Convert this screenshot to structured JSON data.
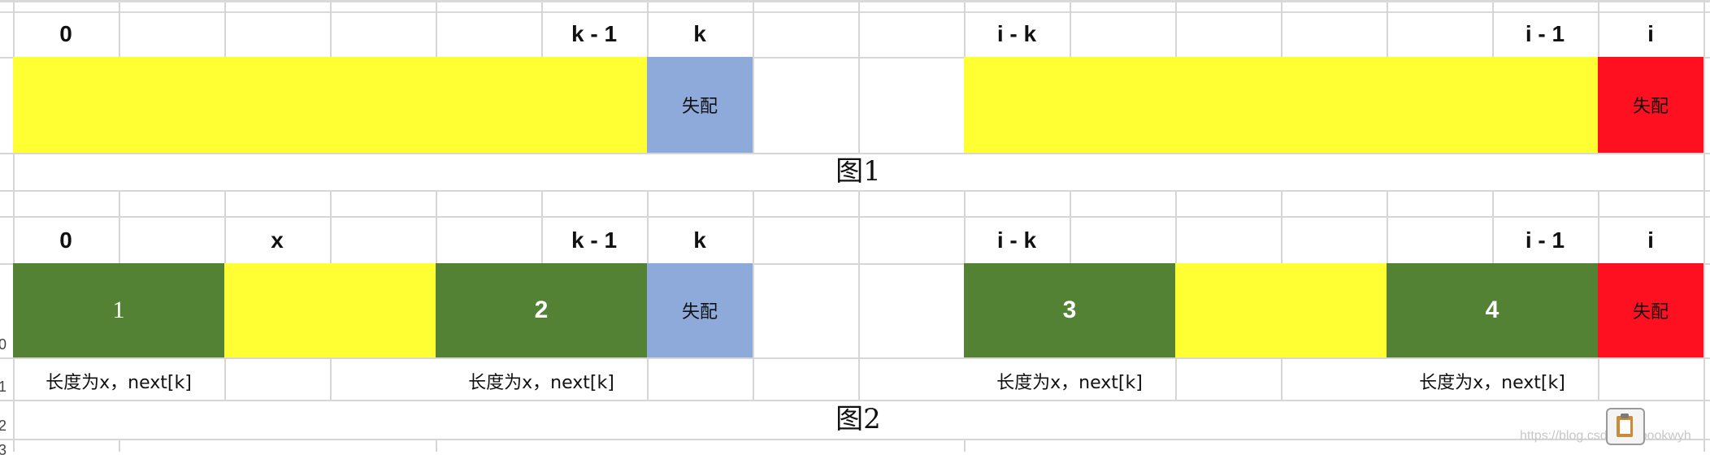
{
  "figure1": {
    "indices": [
      "0",
      "k - 1",
      "k",
      "i - k",
      "i - 1",
      "i"
    ],
    "fail_left": "失配",
    "fail_right": "失配",
    "caption": "图1"
  },
  "figure2": {
    "indices": [
      "0",
      "x",
      "k - 1",
      "k",
      "i - k",
      "i - 1",
      "i"
    ],
    "segments": [
      "1",
      "2",
      "3",
      "4"
    ],
    "fail_left": "失配",
    "fail_right": "失配",
    "notes": [
      "长度为x，next[k]",
      "长度为x，next[k]",
      "长度为x，next[k]",
      "长度为x，next[k]"
    ],
    "caption": "图2"
  },
  "row_numbers": [
    "0",
    "1",
    "2",
    "3"
  ],
  "watermark": "https://blog.csdn.net/bookwyh",
  "colors": {
    "yellow": "#ffff33",
    "blue": "#8eaadb",
    "red": "#ff1020",
    "green": "#548235"
  },
  "icons": {
    "paste": "clipboard-icon"
  }
}
